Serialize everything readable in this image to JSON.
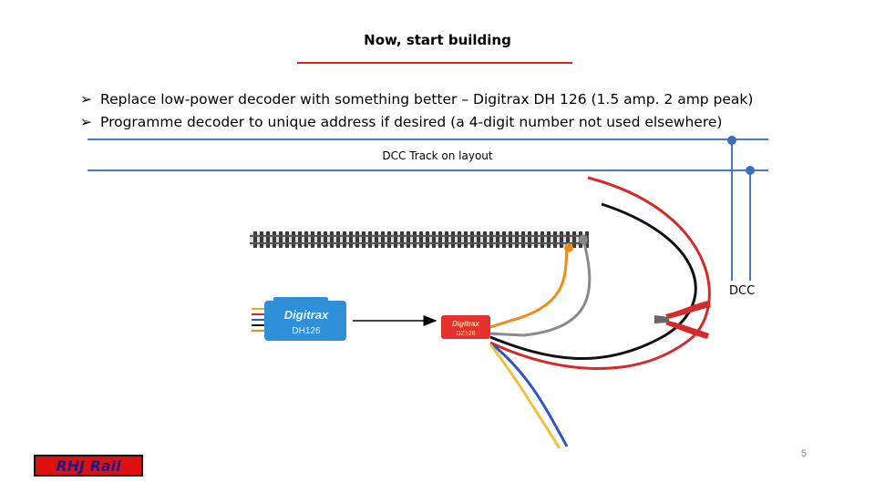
{
  "slide": {
    "title": "Now, start building",
    "bullets": [
      "Replace low-power decoder with something better – Digitrax DH 126 (1.5 amp. 2 amp peak)",
      "Programme decoder to unique address if desired (a 4-digit number not used elsewhere)"
    ],
    "bullet_icon": "arrow-bullet-icon",
    "page_number": "5"
  },
  "diagram": {
    "track_label": "DCC Track on layout",
    "dcc_label": "DCC",
    "blue_decoder_text": [
      "Digitrax",
      "DH126"
    ],
    "red_decoder_text": [
      "Digitrax",
      "DZ126"
    ],
    "colors": {
      "accent_red": "#e02020",
      "track_blue": "#4a7ab8",
      "wire_red": "#d42a2a",
      "wire_black": "#111111",
      "wire_orange": "#f08a1c",
      "wire_grey": "#8a8a8a",
      "wire_blue": "#3355c0",
      "wire_yellow": "#f0c040",
      "decoder_blue": "#2f8fd8",
      "decoder_red": "#e53030"
    }
  },
  "logo": {
    "text": "RHJ Rail"
  }
}
